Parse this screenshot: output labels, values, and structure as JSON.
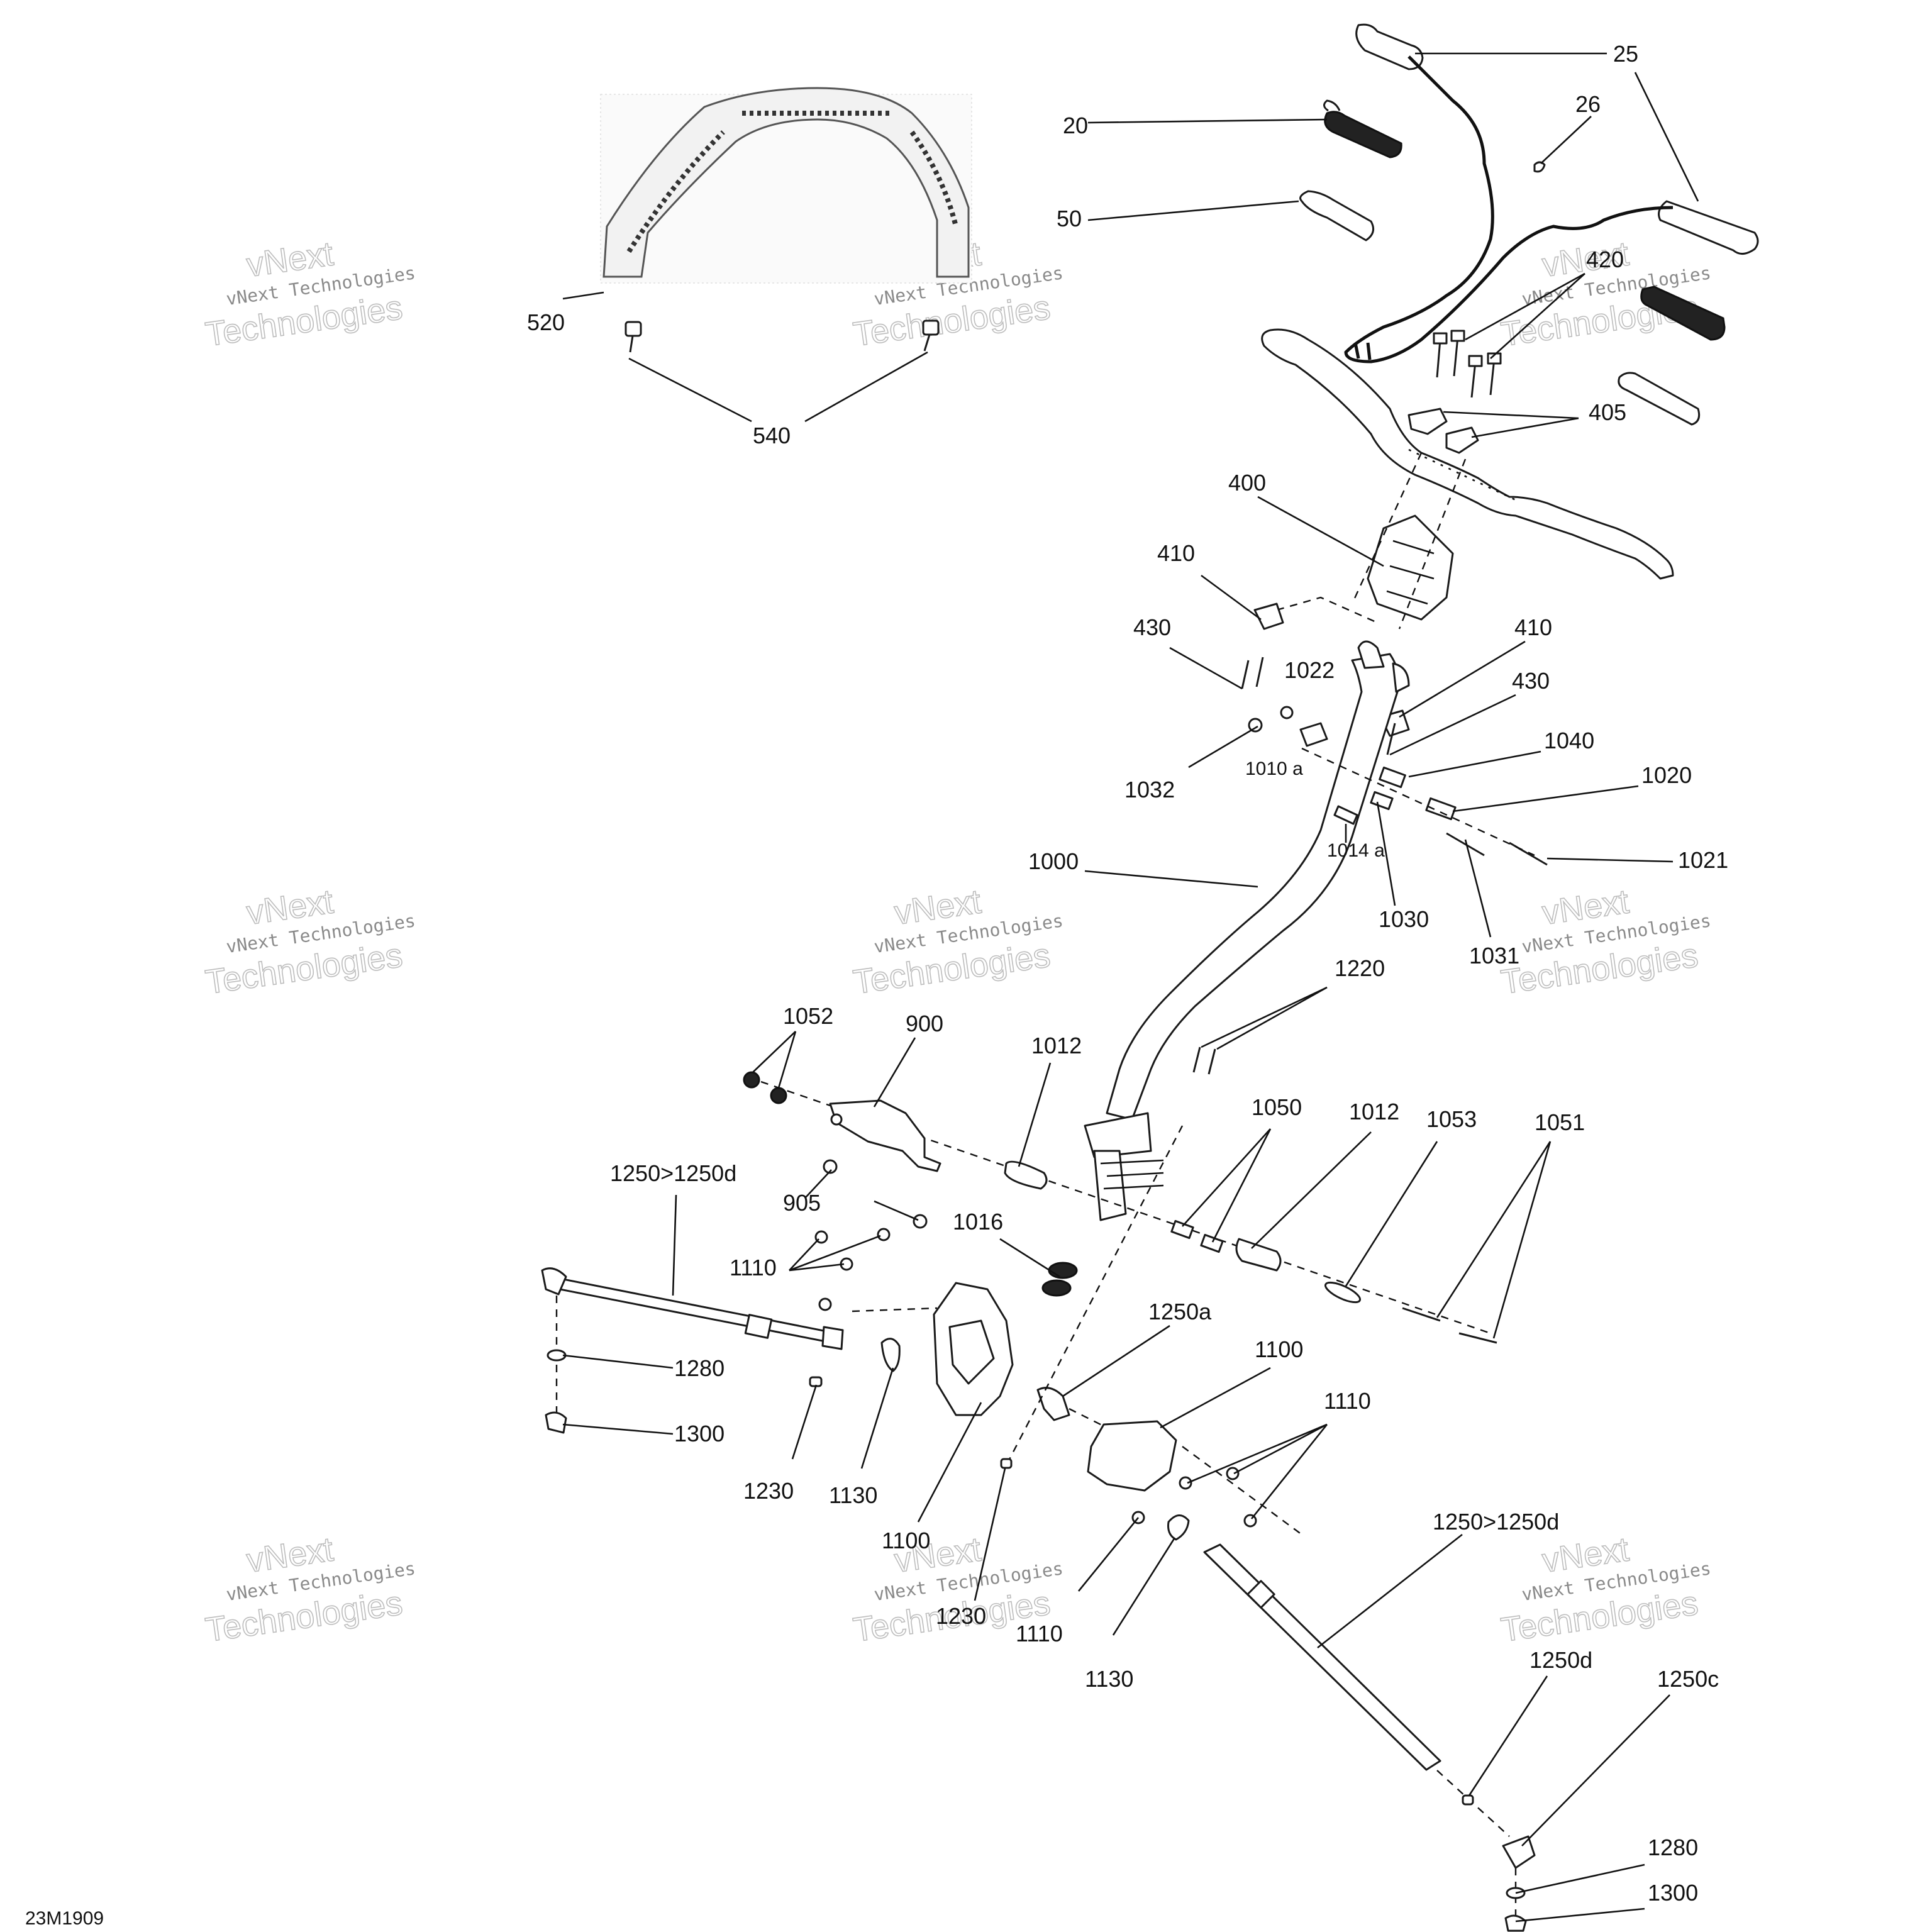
{
  "diagram_id": "23M1909",
  "watermark": {
    "line1": "vNext",
    "line2": "vNext Technologies",
    "line3": "Technologies"
  },
  "labels": {
    "l25": "25",
    "l26": "26",
    "l20": "20",
    "l50": "50",
    "l520": "520",
    "l540": "540",
    "l420": "420",
    "l405": "405",
    "l400": "400",
    "l410a": "410",
    "l430a": "430",
    "l1022": "1022",
    "l410b": "410",
    "l430b": "430",
    "l1040": "1040",
    "l1020": "1020",
    "l1010a": "1010 a",
    "l1032": "1032",
    "l1014a": "1014 a",
    "l1021": "1021",
    "l1000": "1000",
    "l1030": "1030",
    "l1031": "1031",
    "l1220": "1220",
    "l1052": "1052",
    "l900": "900",
    "l1012a": "1012",
    "l1050": "1050",
    "l1012b": "1012",
    "l1053": "1053",
    "l1051": "1051",
    "l1250a_range": "1250>1250d",
    "l905": "905",
    "l1016": "1016",
    "l1110a": "1110",
    "l1250a": "1250a",
    "l1100a": "1100",
    "l1280a": "1280",
    "l1300a": "1300",
    "l1110b": "1110",
    "l1230a": "1230",
    "l1130a": "1130",
    "l1100b": "1100",
    "l1250b_range": "1250>1250d",
    "l1230b": "1230",
    "l1110c": "1110",
    "l1130b": "1130",
    "l1250d": "1250d",
    "l1250c": "1250c",
    "l1280b": "1280",
    "l1300b": "1300"
  }
}
